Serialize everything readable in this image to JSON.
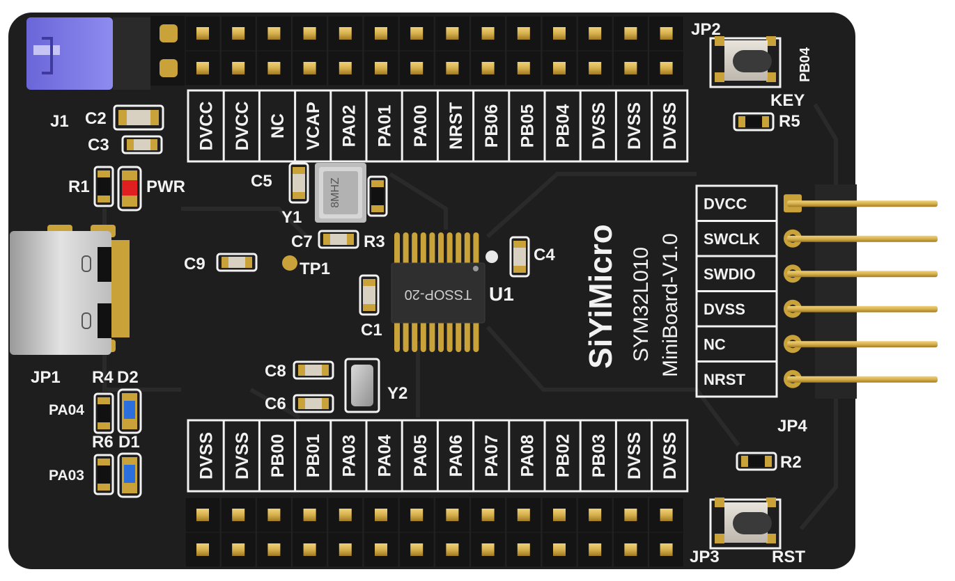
{
  "board": {
    "brand": "SiYiMicro",
    "model": "SYM32L010",
    "version": "MiniBoard-V1.0"
  },
  "colors": {
    "pcb": "#1e1e1e",
    "silkscreen": "#f2f2f2",
    "gold": "#c9a23a",
    "jumper": "#7b78e0",
    "pwr_led": "#e02020",
    "status_led": "#2a6fdb"
  },
  "top_header": {
    "jumper_id": "JP2",
    "pins": [
      "DVCC",
      "DVCC",
      "NC",
      "VCAP",
      "PA02",
      "PA01",
      "PA00",
      "NRST",
      "PB06",
      "PB05",
      "PB04",
      "DVSS",
      "DVSS",
      "DVSS"
    ]
  },
  "bottom_header": {
    "jumper_id": "JP3",
    "pins": [
      "DVSS",
      "DVSS",
      "PB00",
      "PB01",
      "PA03",
      "PA04",
      "PA05",
      "PA06",
      "PA07",
      "PA08",
      "PB02",
      "PB03",
      "DVSS",
      "DVSS"
    ]
  },
  "swd_header": {
    "jumper_id": "JP4",
    "pins": [
      "DVCC",
      "SWCLK",
      "SWDIO",
      "DVSS",
      "NC",
      "NRST"
    ]
  },
  "components": {
    "J1": "J1",
    "C2": "C2",
    "C3": "C3",
    "R1": "R1",
    "PWR": "PWR",
    "C5": "C5",
    "Y1": "Y1",
    "crystal_y1_marking": "8MHZ",
    "C7": "C7",
    "R3": "R3",
    "C9": "C9",
    "TP1": "TP1",
    "C4": "C4",
    "U1": "U1",
    "ic_marking": "TSSOP-20",
    "C1": "C1",
    "C8": "C8",
    "C6": "C6",
    "Y2": "Y2",
    "JP1": "JP1",
    "R4": "R4",
    "D2": "D2",
    "PA04": "PA04",
    "R6": "R6",
    "D1": "D1",
    "PA03": "PA03",
    "KEY": "KEY",
    "PB04": "PB04",
    "R5": "R5",
    "R2": "R2",
    "RST": "RST"
  }
}
